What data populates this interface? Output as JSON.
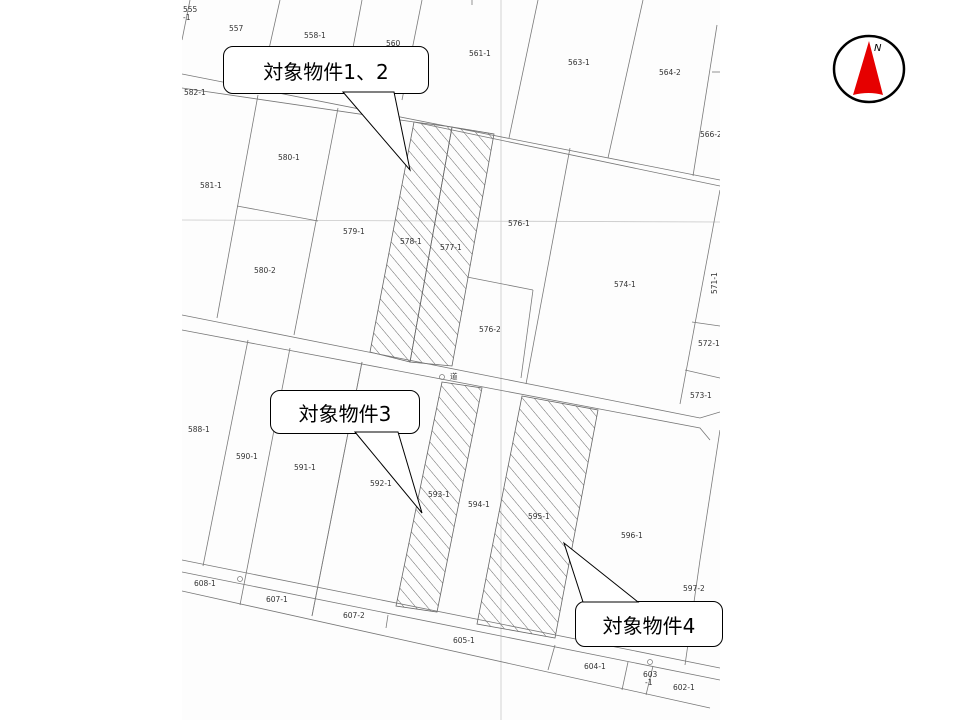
{
  "map": {
    "type": "cadastral-map",
    "road_label": "道",
    "hatch_color": "#555555",
    "lots": [
      {
        "id": "555-1",
        "label": "555\n-1"
      },
      {
        "id": "557",
        "label": "557"
      },
      {
        "id": "558-1",
        "label": "558-1"
      },
      {
        "id": "560",
        "label": "560"
      },
      {
        "id": "561-1",
        "label": "561-1"
      },
      {
        "id": "563-1",
        "label": "563-1"
      },
      {
        "id": "564-2",
        "label": "564-2"
      },
      {
        "id": "566-2",
        "label": "566-2"
      },
      {
        "id": "582-1",
        "label": "582-1"
      },
      {
        "id": "581-1",
        "label": "581-1"
      },
      {
        "id": "580-1",
        "label": "580-1"
      },
      {
        "id": "580-2",
        "label": "580-2"
      },
      {
        "id": "579-1",
        "label": "579-1"
      },
      {
        "id": "578-1",
        "label": "578-1",
        "target": true
      },
      {
        "id": "577-1",
        "label": "577-1",
        "target": true
      },
      {
        "id": "576-1",
        "label": "576-1"
      },
      {
        "id": "576-2",
        "label": "576-2"
      },
      {
        "id": "574-1",
        "label": "574-1"
      },
      {
        "id": "571-1",
        "label": "571-1"
      },
      {
        "id": "572-1",
        "label": "572-1"
      },
      {
        "id": "573-1",
        "label": "573-1"
      },
      {
        "id": "588-1",
        "label": "588-1"
      },
      {
        "id": "590-1",
        "label": "590-1"
      },
      {
        "id": "591-1",
        "label": "591-1"
      },
      {
        "id": "592-1",
        "label": "592-1"
      },
      {
        "id": "593-1",
        "label": "593-1",
        "target": true
      },
      {
        "id": "594-1",
        "label": "594-1"
      },
      {
        "id": "595-1",
        "label": "595-1",
        "target": true
      },
      {
        "id": "596-1",
        "label": "596-1"
      },
      {
        "id": "597-2",
        "label": "597-2"
      },
      {
        "id": "608-1",
        "label": "608-1"
      },
      {
        "id": "607-1",
        "label": "607-1"
      },
      {
        "id": "607-2",
        "label": "607-2"
      },
      {
        "id": "605-1",
        "label": "605-1"
      },
      {
        "id": "604-1",
        "label": "604-1"
      },
      {
        "id": "603-1",
        "label": "603\n-1"
      },
      {
        "id": "602-1",
        "label": "602-1"
      }
    ]
  },
  "callouts": [
    {
      "id": "target-1-2",
      "label": "対象物件1、2"
    },
    {
      "id": "target-3",
      "label": "対象物件3"
    },
    {
      "id": "target-4",
      "label": "対象物件4"
    }
  ],
  "north_arrow": {
    "label": "N",
    "color": "#e60000"
  }
}
